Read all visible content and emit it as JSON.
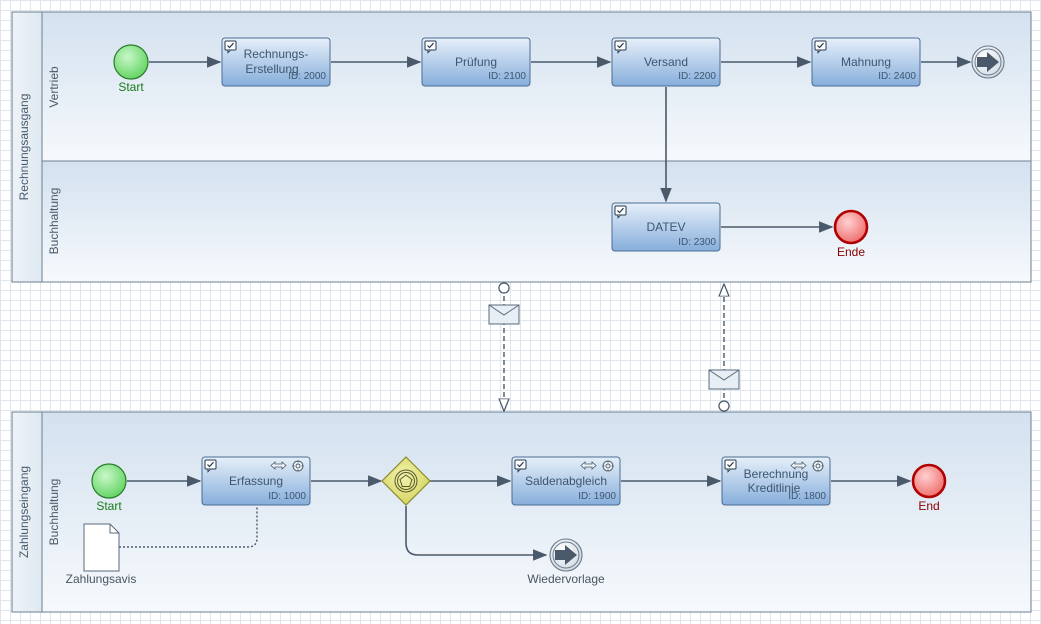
{
  "pools": {
    "rechnungsausgang": {
      "label": "Rechnungsausgang",
      "lanes": {
        "vertrieb": "Vertrieb",
        "buchhaltung": "Buchhaltung"
      }
    },
    "zahlungseingang": {
      "label": "Zahlungseingang",
      "lanes": {
        "buchhaltung": "Buchhaltung"
      }
    }
  },
  "events": {
    "start_top": "Start",
    "ende_top": "Ende",
    "start_bottom": "Start",
    "end_bottom": "End",
    "wiedervorlage": "Wiedervorlage"
  },
  "tasks": {
    "rechnungserstellung": {
      "line1": "Rechnungs-",
      "line2": "Erstellung",
      "id": "ID: 2000"
    },
    "pruefung": {
      "line1": "Prüfung",
      "id": "ID: 2100"
    },
    "versand": {
      "line1": "Versand",
      "id": "ID: 2200"
    },
    "mahnung": {
      "line1": "Mahnung",
      "id": "ID: 2400"
    },
    "datev": {
      "line1": "DATEV",
      "id": "ID: 2300"
    },
    "erfassung": {
      "line1": "Erfassung",
      "id": "ID: 1000"
    },
    "saldenabgleich": {
      "line1": "Saldenabgleich",
      "id": "ID: 1900"
    },
    "berechnung": {
      "line1": "Berechnung",
      "line2": "Kreditlinie",
      "id": "ID: 1800"
    }
  },
  "artifacts": {
    "zahlungsavis": "Zahlungsavis"
  },
  "icons": {
    "task_marker": "user-task-icon",
    "data_io": "data-io-icon",
    "service": "gear-icon",
    "envelope": "envelope-icon",
    "gateway": "event-based-gateway-icon",
    "link_event": "arrow-right-icon"
  },
  "colors": {
    "pool_border": "#6e7f90",
    "lane_fill": "#e6eef7",
    "task_fill_top": "#dde9f8",
    "task_fill_bottom": "#8fb5e0",
    "task_border": "#4c6c94",
    "start_fill": "#7de07d",
    "end_fill": "#f08080",
    "gateway_fill": "#dcdc7a",
    "flow": "#4a5a6a"
  }
}
